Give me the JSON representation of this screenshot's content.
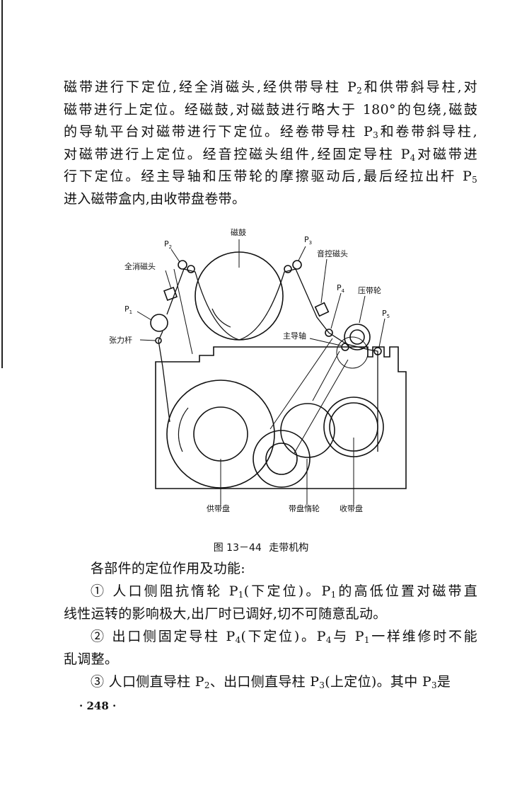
{
  "intro": {
    "lines": [
      [
        "磁带进行下定位,经全消磁头,经供带导柱 P",
        "2",
        "和供带斜导柱,对"
      ],
      [
        "磁带进行上定位。经磁鼓,对磁鼓进行略大于 180°的包绕,磁鼓"
      ],
      [
        "的导轨平台对磁带进行下定位。经卷带导柱 P",
        "3",
        "和卷带斜导柱,"
      ],
      [
        "对磁带进行上定位。经音控磁头组件,经固定导柱 P",
        "4",
        "对磁带进"
      ],
      [
        "行下定位。经主导轴和压带轮的摩擦驱动后,最后经拉出杆 P",
        "5",
        ""
      ],
      [
        "进入磁带盒内,由收带盘卷带。"
      ]
    ]
  },
  "figure": {
    "labels": {
      "drum": "磁鼓",
      "p2": "P",
      "p2_sub": "2",
      "p3": "P",
      "p3_sub": "3",
      "erase_head": "全消磁头",
      "audio_head": "音控磁头",
      "p1": "P",
      "p1_sub": "1",
      "p4": "P",
      "p4_sub": "4",
      "pinch_roller": "压带轮",
      "p5": "P",
      "p5_sub": "5",
      "tension_arm": "张力杆",
      "capstan": "主导轴",
      "supply_reel": "供带盘",
      "reel_idler": "带盘惰轮",
      "takeup_reel": "收带盘"
    },
    "caption_number": "图 13－44",
    "caption_title": "走带机构"
  },
  "lead": "各部件的定位作用及功能:",
  "items": [
    {
      "lines": [
        [
          "① 人口侧阻抗惰轮 P",
          "1",
          "(下定位)。P",
          "1",
          "的高低位置对磁带直"
        ],
        [
          "线性运转的影响极大,出厂时已调好,切不可随意乱动。"
        ]
      ]
    },
    {
      "lines": [
        [
          "② 出口侧固定导柱 P",
          "4",
          "(下定位)。P",
          "4",
          "与 P",
          "1",
          "一样维修时不能"
        ],
        [
          "乱调整。"
        ]
      ]
    },
    {
      "lines": [
        [
          "③ 人口侧直导柱 P",
          "2",
          "、出口侧直导柱 P",
          "3",
          "(上定位)。其中 P",
          "3",
          "是"
        ]
      ]
    }
  ],
  "page_number": "· 248 ·"
}
